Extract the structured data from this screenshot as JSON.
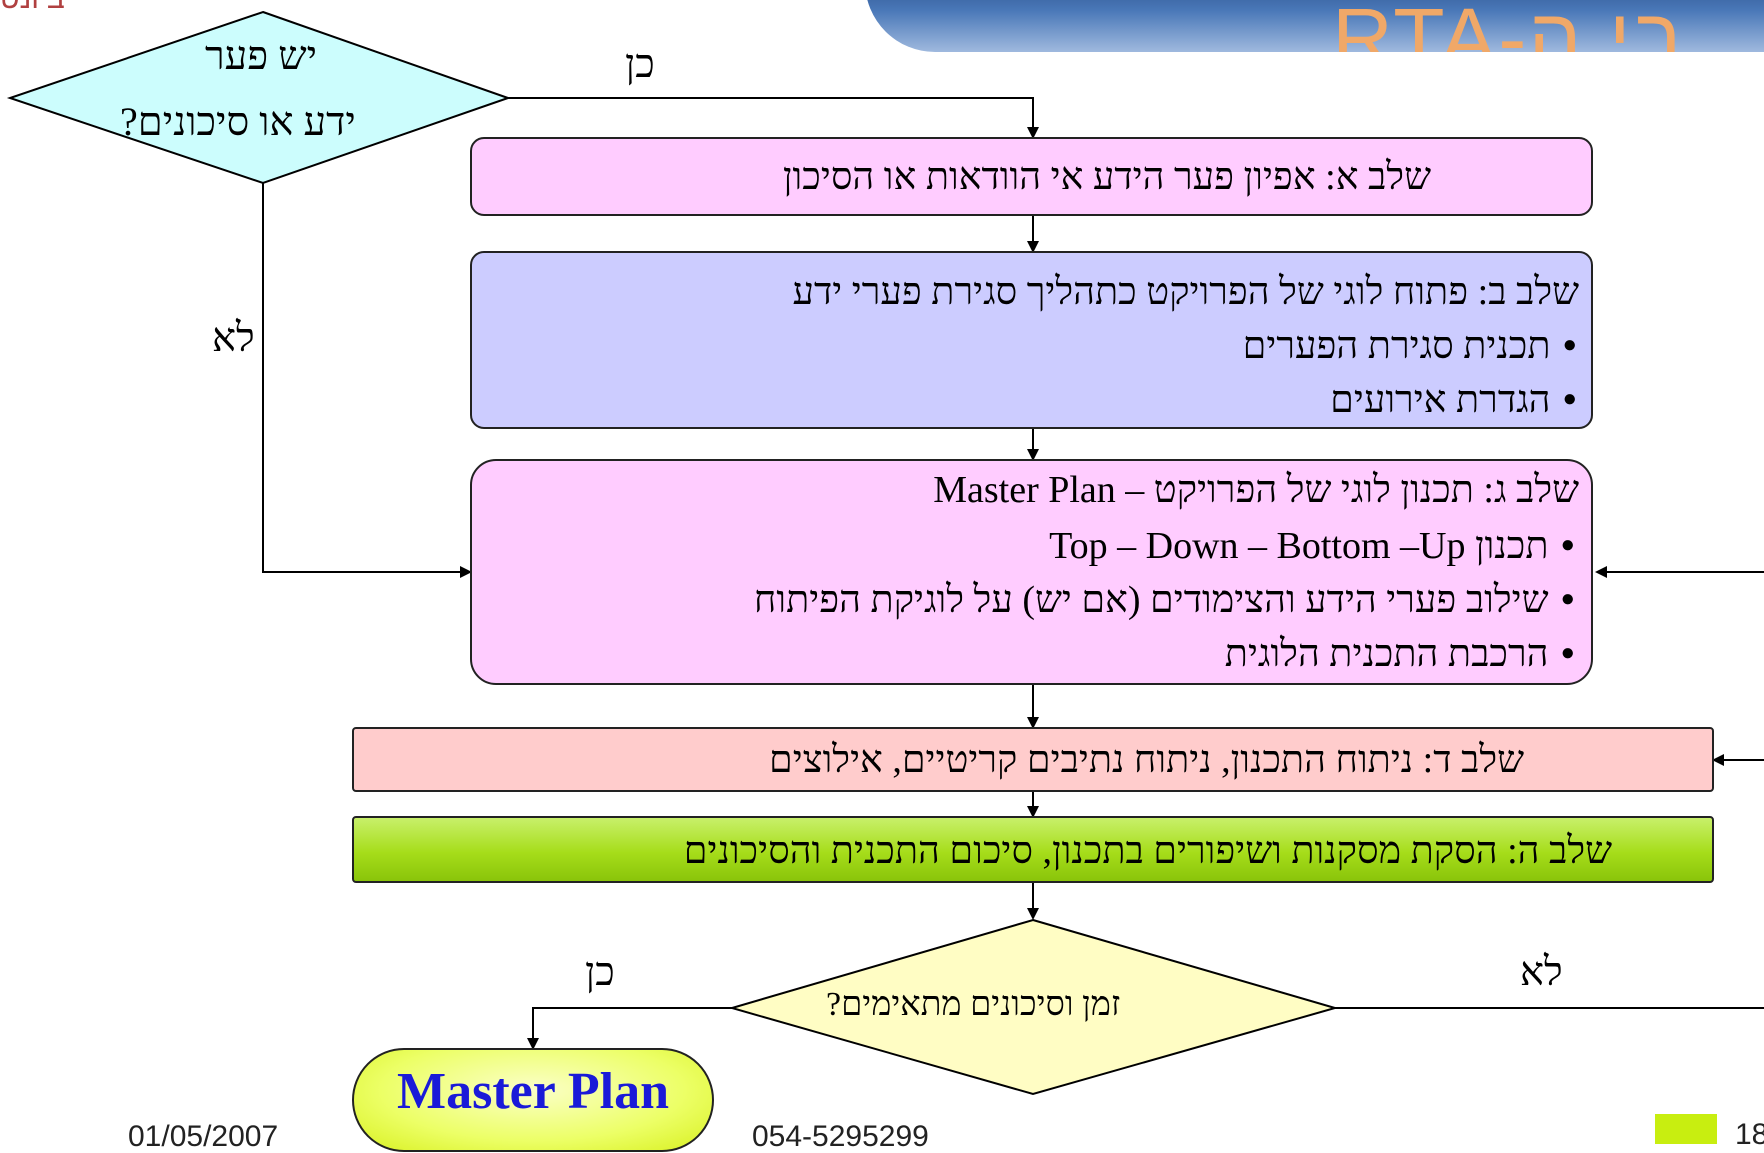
{
  "header": {
    "title_fragment": "בי ה-RTA",
    "logo_text": "ביונט",
    "footer_date": "01/05/2007",
    "footer_phone": "054-5295299",
    "footer_page": "18",
    "colors": {
      "header_blue": "#2f5fa0",
      "title_orange": "#e8a060",
      "page_marker": "#c8ee10"
    }
  },
  "decision_top": {
    "text_line1": "יש פער",
    "text_line2": "ידע או סיכונים?",
    "yes_label": "כן",
    "no_label": "לא"
  },
  "step_a": {
    "text": "שלב א: אפיון פער הידע אי הוודאות או הסיכון"
  },
  "step_b": {
    "title": "שלב ב: פתוח לוגי של הפרויקט כתהליך סגירת פערי ידע",
    "bullets": [
      "תכנית סגירת הפערים",
      "הגדרת אירועים"
    ]
  },
  "step_c": {
    "title": "שלב ג: תכנון לוגי של הפרויקט – Master Plan",
    "bullets": [
      "תכנון Top – Down – Bottom –Up",
      "שילוב פערי הידע והצימודים (אם יש) על לוגיקת הפיתוח",
      "הרכבת התכנית הלוגית"
    ]
  },
  "step_d": {
    "text": "שלב ד: ניתוח התכנון, ניתוח נתיבים קריטיים, אילוצים"
  },
  "step_e": {
    "text": "שלב ה: הסקת מסקנות ושיפורים בתכנון, סיכום התכנית והסיכונים"
  },
  "decision_bottom": {
    "text": "זמן וסיכונים מתאימים?",
    "yes_label": "כן",
    "no_label": "לא"
  },
  "terminal": {
    "text": "Master Plan"
  }
}
